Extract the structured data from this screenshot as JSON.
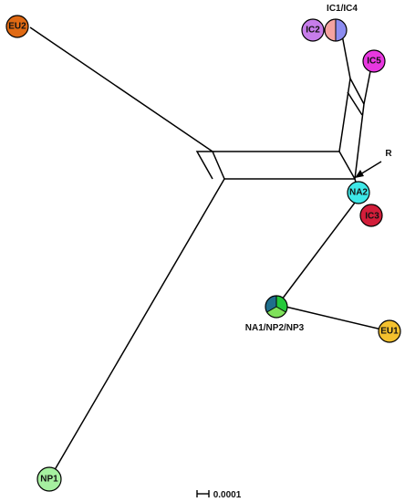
{
  "nodes": {
    "eu2": {
      "label": "EU2",
      "color": "#E06A14"
    },
    "ic2": {
      "label": "IC2",
      "color": "#C77DEA"
    },
    "ic1_ic4": {
      "label": "IC1/IC4",
      "colors": [
        "#F4A3A0",
        "#8C8CF0"
      ]
    },
    "ic5": {
      "label": "IC5",
      "color": "#E838E0"
    },
    "na2": {
      "label": "NA2",
      "color": "#3FE8E8"
    },
    "ic3": {
      "label": "IC3",
      "color": "#D21E3A"
    },
    "na1_np2_np3": {
      "label": "NA1/NP2/NP3",
      "colors": [
        "#1F6E8C",
        "#24C93A",
        "#7FE15A"
      ]
    },
    "eu1": {
      "label": "EU1",
      "color": "#F4C12E"
    },
    "np1": {
      "label": "NP1",
      "color": "#A6F0A0"
    }
  },
  "root_marker": {
    "label": "R"
  },
  "scale_bar": {
    "label": "0.0001"
  }
}
